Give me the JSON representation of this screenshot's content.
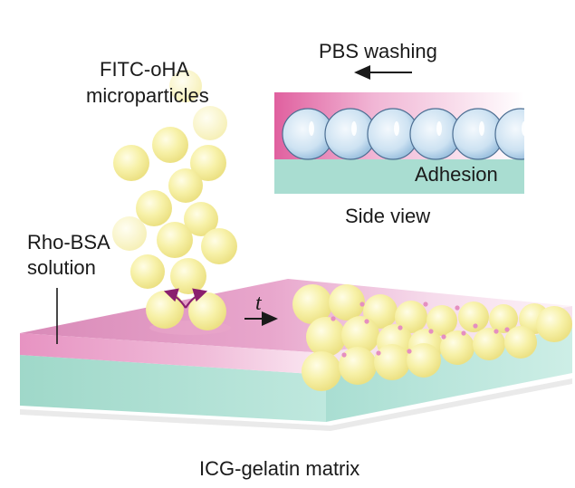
{
  "labels": {
    "microparticles_line1": "FITC-oHA",
    "microparticles_line2": "microparticles",
    "rho_bsa_line1": "Rho-BSA",
    "rho_bsa_line2": "solution",
    "pbs_washing": "PBS washing",
    "adhesion": "Adhesion",
    "side_view": "Side view",
    "time": "t",
    "matrix": "ICG-gelatin matrix"
  },
  "icons": {
    "pbs_arrow": "arrow-left-icon",
    "time_arrow": "arrow-right-icon",
    "binding_arrows": "curved-arrows-icon"
  },
  "colors": {
    "particle": "#f6f1a6",
    "particle_edge": "#e6dc7a",
    "solution": "#e88cc0",
    "matrix": "#aee0d4",
    "side_view_bead": "#cfe3f3",
    "binding_arrow": "#8a1f6e",
    "dot": "#e58fc0"
  }
}
